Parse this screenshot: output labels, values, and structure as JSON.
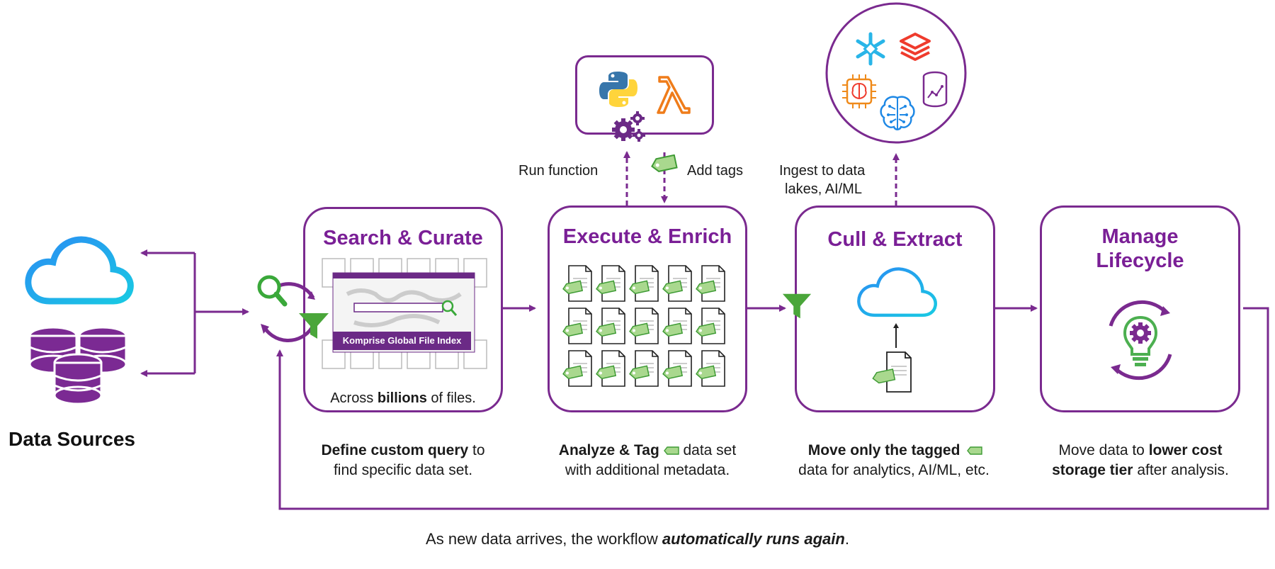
{
  "colors": {
    "purple": "#7a2a8f",
    "title_purple": "#7a1f96",
    "green": "#4caf50",
    "blue": "#1e88e5"
  },
  "data_sources": {
    "title": "Data Sources"
  },
  "steps": [
    {
      "title": "Search & Curate",
      "inner_text_prefix": "Across ",
      "inner_text_bold": "billions",
      "inner_text_suffix": " of files."
    },
    {
      "title": "Execute & Enrich"
    },
    {
      "title": "Cull & Extract"
    },
    {
      "title_line1": "Manage",
      "title_line2": "Lifecycle"
    }
  ],
  "index_banner": "Komprise Global File Index",
  "captions": [
    {
      "bold": "Define custom query",
      "rest1": " to",
      "line2": "find specific data set."
    },
    {
      "bold": "Analyze & Tag",
      "rest1": " data set",
      "line2": "with additional metadata."
    },
    {
      "bold": "Move only the tagged",
      "rest1": "",
      "line2": "data for analytics, AI/ML, etc."
    },
    {
      "pre": "Move data to ",
      "bold": "lower cost",
      "bold2": "storage tier",
      "line2": " after analysis."
    }
  ],
  "top_labels": {
    "run_function": "Run function",
    "add_tags": "Add tags",
    "ingest_line1": "Ingest to data",
    "ingest_line2": "lakes, AI/ML"
  },
  "footer": {
    "prefix": "As new data arrives, the workflow ",
    "emphasis": "automatically runs again",
    "suffix": "."
  },
  "icons": [
    "cloud-icon",
    "database-icon",
    "search-cycle-icon",
    "filter-icon",
    "python-icon",
    "lambda-icon",
    "gears-icon",
    "tag-icon",
    "snowflake-icon",
    "databricks-icon",
    "ai-chip-icon",
    "brain-icon",
    "database-chart-icon",
    "lightbulb-gear-icon",
    "file-icon"
  ]
}
